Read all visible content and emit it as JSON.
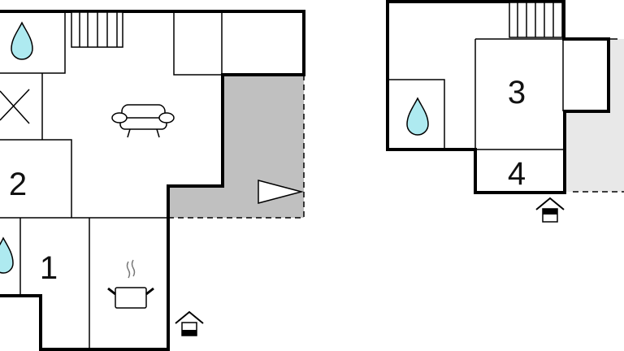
{
  "floor_plan": {
    "ground_floor": {
      "room_labels": [
        "1",
        "2"
      ],
      "icons": [
        "water-drop-icon",
        "stairs-icon",
        "sofa-icon",
        "cooking-pot-icon",
        "entrance-icon",
        "terrace-direction-icon"
      ]
    },
    "upper_floor": {
      "room_labels": [
        "3",
        "4"
      ],
      "icons": [
        "water-drop-icon",
        "stairs-icon",
        "entrance-icon"
      ]
    },
    "colors": {
      "water": "#aeeaf0",
      "terrace": "#c0c0c0",
      "outdoor_light": "#e8e8e8",
      "wall": "#000000"
    }
  }
}
